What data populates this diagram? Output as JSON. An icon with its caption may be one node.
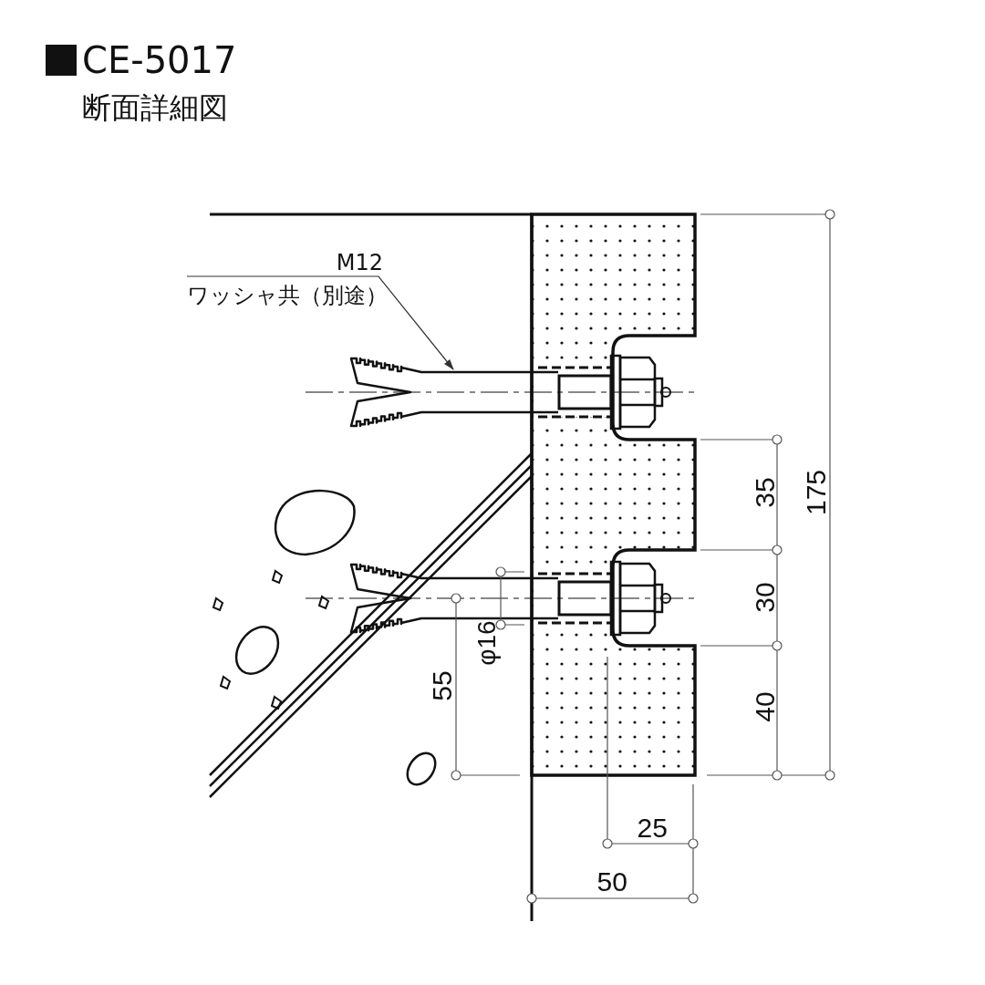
{
  "diagram": {
    "title": "CE-5017",
    "nodes": [
      {
        "text": [
          "M12",
          "ワッシャ共（別途）"
        ]
      },
      {
        "text": [],
        "shape": "picture"
      }
    ],
    "edges": [
      {
        "from": 0,
        "to": 1,
        "arrow": "to"
      }
    ],
    "labels": [
      "断面詳細図",
      "175",
      "35",
      "30",
      "φ16",
      "55",
      "40",
      "25",
      "50"
    ]
  }
}
